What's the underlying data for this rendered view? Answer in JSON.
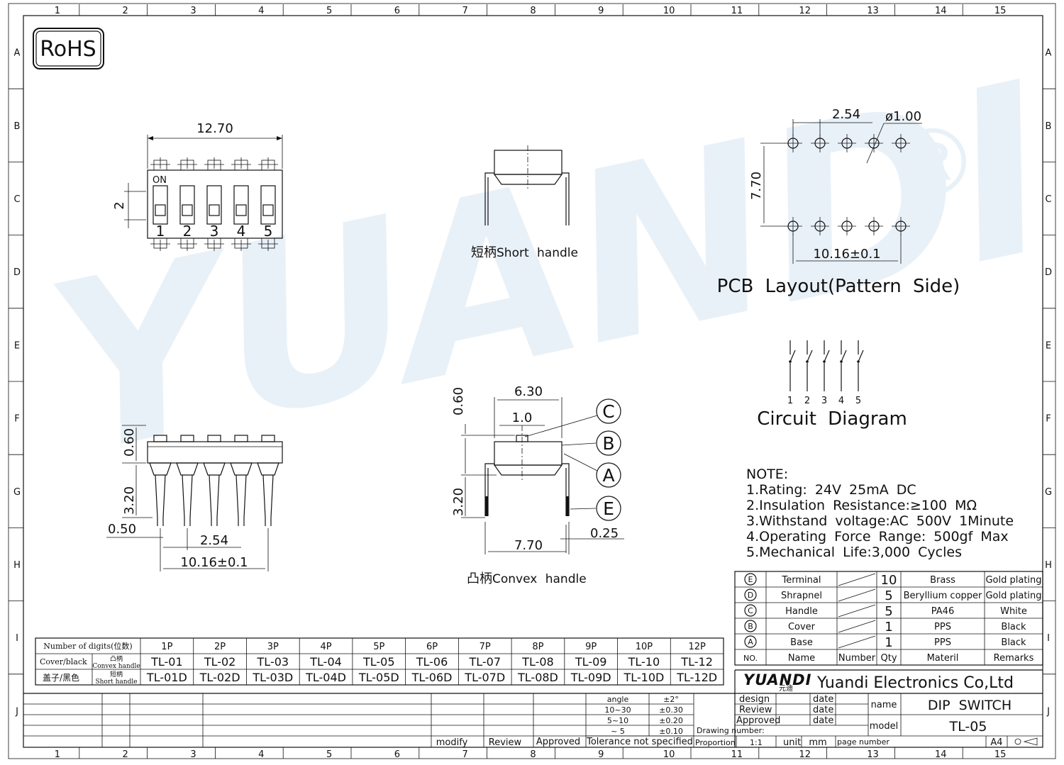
{
  "border": {
    "columns": [
      "1",
      "2",
      "3",
      "4",
      "5",
      "6",
      "7",
      "8",
      "9",
      "10",
      "11",
      "12",
      "13",
      "14",
      "15"
    ],
    "rows": [
      "A",
      "B",
      "C",
      "D",
      "E",
      "F",
      "G",
      "H",
      "I",
      "J"
    ]
  },
  "rohs": "RoHS",
  "watermark": {
    "brand": "YUANDI",
    "mark": "®"
  },
  "top_view": {
    "width_dim": "12.70",
    "height_dim": "2",
    "on_label": "ON",
    "positions": [
      "1",
      "2",
      "3",
      "4",
      "5"
    ]
  },
  "short_handle": {
    "caption_cn": "短柄",
    "caption_en": "Short handle"
  },
  "pcb": {
    "pitch_dim": "2.54",
    "hole_dim": "ø1.00",
    "row_dim": "7.70",
    "span_dim": "10.16±0.1",
    "title": "PCB Layout(Pattern Side)"
  },
  "circuit": {
    "labels": [
      "1",
      "2",
      "3",
      "4",
      "5"
    ],
    "title": "Circuit Diagram"
  },
  "side_view": {
    "dim_060": "0.60",
    "dim_320": "3.20",
    "dim_050": "0.50",
    "dim_254": "2.54",
    "dim_1016": "10.16±0.1"
  },
  "convex_view": {
    "dim_630": "6.30",
    "dim_10": "1.0",
    "dim_060": "0.60",
    "dim_320": "3.20",
    "dim_770": "7.70",
    "dim_025": "0.25",
    "callouts": [
      "C",
      "B",
      "A",
      "E"
    ],
    "caption_cn": "凸柄",
    "caption_en": "Convex handle"
  },
  "notes": {
    "title": "NOTE:",
    "lines": [
      "1.Rating: 24V 25mA DC",
      "2.Insulation Resistance:≥100 MΩ",
      "3.Withstand voltage:AC 500V 1Minute",
      "4.Operating Force Range: 500gf Max",
      "5.Mechanical Life:3,000 Cycles"
    ]
  },
  "bom": {
    "rows": [
      {
        "no": "E",
        "name": "Terminal",
        "qty": "10",
        "material": "Brass",
        "remarks": "Gold plating"
      },
      {
        "no": "D",
        "name": "Shrapnel",
        "qty": "5",
        "material": "Beryllium copper",
        "remarks": "Gold plating"
      },
      {
        "no": "C",
        "name": "Handle",
        "qty": "5",
        "material": "PA46",
        "remarks": "White"
      },
      {
        "no": "B",
        "name": "Cover",
        "qty": "1",
        "material": "PPS",
        "remarks": "Black"
      },
      {
        "no": "A",
        "name": "Base",
        "qty": "1",
        "material": "PPS",
        "remarks": "Black"
      }
    ],
    "header": {
      "no": "NO.",
      "name": "Name",
      "number": "Number",
      "qty": "Qty",
      "material": "Materil",
      "remarks": "Remarks"
    }
  },
  "model_table": {
    "header_label": "Number of digits(位数)",
    "cols": [
      "1P",
      "2P",
      "3P",
      "4P",
      "5P",
      "6P",
      "7P",
      "8P",
      "9P",
      "10P",
      "12P"
    ],
    "row1_label_a": "Cover/black",
    "row1_label_b": "凸柄",
    "row1_label_c": "Convex handle",
    "row1": [
      "TL-01",
      "TL-02",
      "TL-03",
      "TL-04",
      "TL-05",
      "TL-06",
      "TL-07",
      "TL-08",
      "TL-09",
      "TL-10",
      "TL-12"
    ],
    "row2_label_a": "盖子/黑色",
    "row2_label_b": "短柄",
    "row2_label_c": "Short handle",
    "row2": [
      "TL-01D",
      "TL-02D",
      "TL-03D",
      "TL-04D",
      "TL-05D",
      "TL-06D",
      "TL-07D",
      "TL-08D",
      "TL-09D",
      "TL-10D",
      "TL-12D"
    ]
  },
  "title_block": {
    "logo_text": "YUANDI",
    "logo_sub": "元迪",
    "company": "Yuandi Electronics Co,Ltd",
    "tol_angle": "angle",
    "tol_angle_v": "±2°",
    "tol_1030": "10~30",
    "tol_1030_v": "±0.30",
    "tol_510": "5~10",
    "tol_510_v": "±0.20",
    "tol_5": "~ 5",
    "tol_5_v": "±0.10",
    "tolerance": "Tolerance not specified",
    "modify": "modify",
    "review": "Review",
    "approved": "Approved",
    "design": "design",
    "review2": "Review",
    "approved2": "Approved",
    "date": "date",
    "name_label": "name",
    "name_value": "DIP SWITCH",
    "model_label": "model",
    "model_value": "TL-05",
    "drawing_number": "Drawing number:",
    "proportion": "Proportion",
    "proportion_v": "1:1",
    "unit": "unit",
    "unit_v": "mm",
    "page_number": "page number",
    "sheet_size": "A4"
  }
}
